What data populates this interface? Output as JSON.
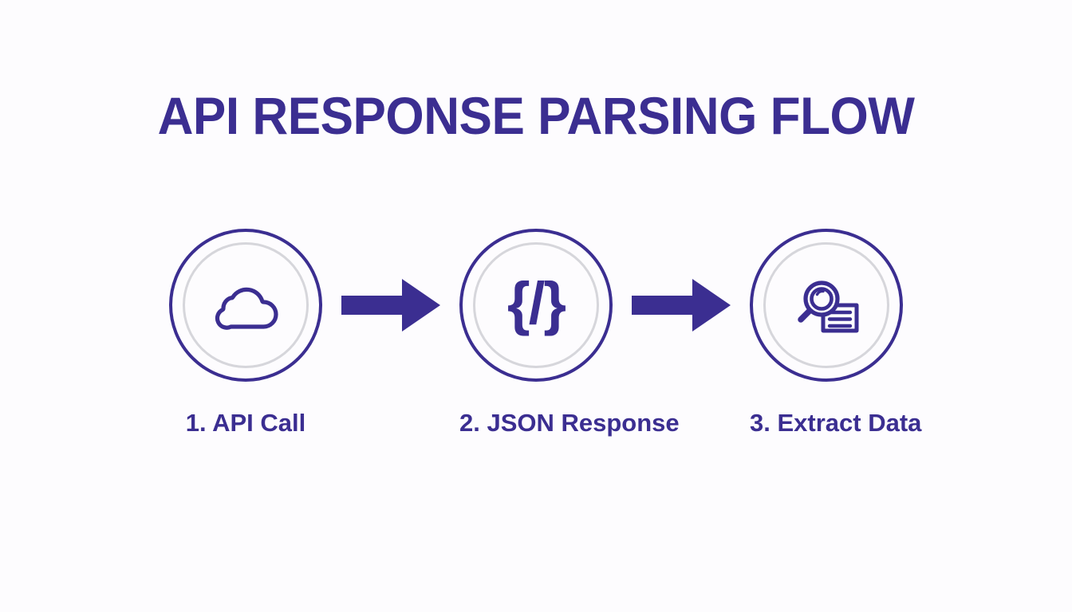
{
  "diagram": {
    "title": "API RESPONSE PARSING FLOW",
    "colors": {
      "accent": "#3b2e91",
      "inner_ring": "#d6d6db",
      "background": "#fdfcfe"
    },
    "steps": [
      {
        "label": "1. API Call",
        "icon": "cloud-icon",
        "icon_style": "outline"
      },
      {
        "label": "2. JSON Response",
        "icon": "code-brackets-icon",
        "icon_text": "{/}",
        "icon_style": "solid"
      },
      {
        "label": "3. Extract Data",
        "icon": "magnifier-document-icon",
        "icon_style": "outline"
      }
    ],
    "connectors": [
      {
        "icon": "arrow-right-icon",
        "direction": "right"
      },
      {
        "icon": "arrow-right-icon",
        "direction": "right"
      }
    ]
  }
}
